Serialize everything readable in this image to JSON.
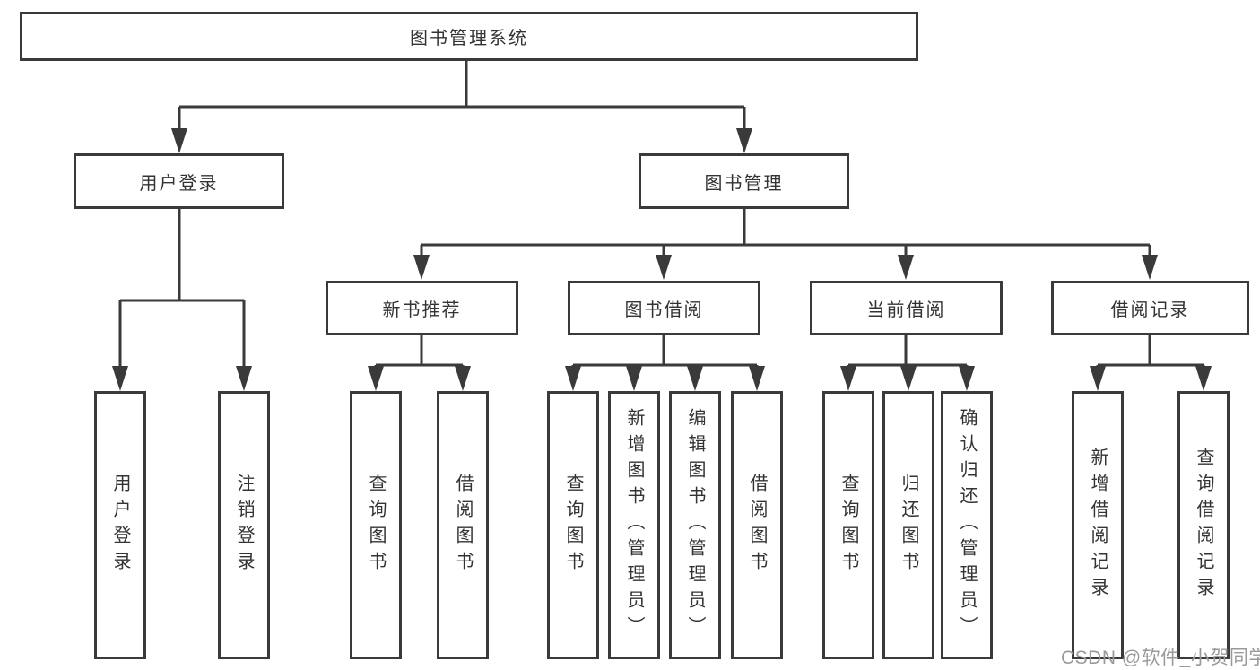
{
  "colors": {
    "line": "#3a3a3a",
    "border": "#3a3a3a",
    "text": "#333333",
    "background": "#ffffff",
    "watermark": "#9a9a9a"
  },
  "watermark": "CSDN @软件_小贺同学",
  "nodes": {
    "root": "图书管理系统",
    "user_login": "用户登录",
    "book_management": "图书管理",
    "new_book_recommend": "新书推荐",
    "book_borrow": "图书借阅",
    "current_borrow": "当前借阅",
    "borrow_record": "借阅记录"
  },
  "leaves": {
    "user_login": [
      "用户登录",
      "注销登录"
    ],
    "new_book_recommend": [
      "查询图书",
      "借阅图书"
    ],
    "book_borrow": [
      "查询图书",
      "新增图书（管理员）",
      "编辑图书（管理员）",
      "借阅图书"
    ],
    "current_borrow": [
      "查询图书",
      "归还图书",
      "确认归还（管理员）"
    ],
    "borrow_record": [
      "新增借阅记录",
      "查询借阅记录"
    ]
  }
}
